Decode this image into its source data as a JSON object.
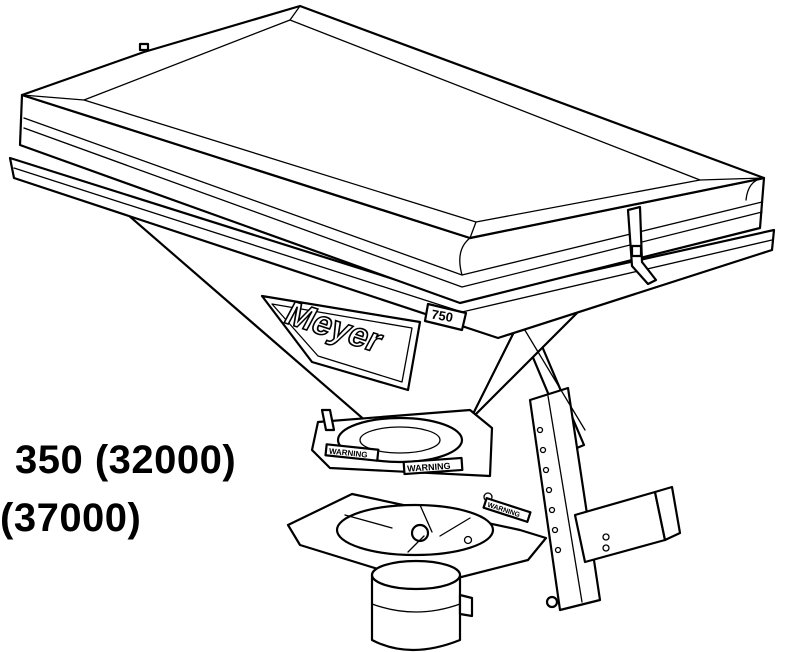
{
  "labels": {
    "line1": "350 (32000)",
    "line2": "(37000)"
  },
  "decals": {
    "brand": "Meyer",
    "capacity": "750",
    "warning_front": "WARNING",
    "warning_left": "WARNING",
    "warning_plate": "WARNING"
  }
}
